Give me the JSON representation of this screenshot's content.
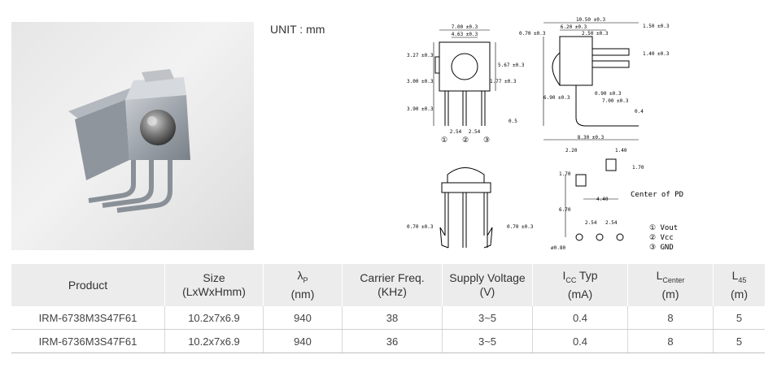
{
  "unit_label": "UNIT : mm",
  "drawing": {
    "dim_width": "7.00 ±0.3",
    "dim_lens_w": "4.63 ±0.3",
    "dim_top": "3.27 ±0.3",
    "dim_mid": "3.00 ±0.3",
    "dim_lead": "3.90 ±0.3",
    "dim_right_upper": "5.67 ±0.3",
    "dim_right_lower": "1.77 ±0.3",
    "pitch1": "2.54",
    "pitch2": "2.54",
    "lead_w": "0.5",
    "pin1": "①",
    "pin2": "②",
    "pin3": "③",
    "side_total": "10.50 ±0.3",
    "side_a": "6.20 ±0.3",
    "side_b": "2.50 ±0.3",
    "side_c": "0.70 ±0.3",
    "side_d": "1.50 ±0.3",
    "side_e": "1.40 ±0.3",
    "side_f": "6.90 ±0.3",
    "side_g": "0.90 ±0.3",
    "side_h": "7.00 ±0.3",
    "side_i": "8.30 ±0.3",
    "side_j": "0.4",
    "bottom_left": "0.70 ±0.3",
    "bottom_right": "0.70 ±0.3",
    "fp_220": "2.20",
    "fp_140": "1.40",
    "fp_170a": "1.70",
    "fp_170b": "1.70",
    "fp_440": "4.40",
    "fp_670": "6.70",
    "fp_254a": "2.54",
    "fp_254b": "2.54",
    "fp_hole": "ø0.80",
    "center_pd": "Center of PD",
    "legend_vout": "① Vout",
    "legend_vcc": "② Vcc",
    "legend_gnd": "③ GND"
  },
  "table": {
    "headers": {
      "product": "Product",
      "size_line1": "Size",
      "size_line2": "(LxWxHmm)",
      "lambda": "λ",
      "lambda_sub": "P",
      "lambda_unit": "(nm)",
      "carrier_line1": "Carrier Freq.",
      "carrier_line2": "(KHz)",
      "supply_line1": "Supply Voltage",
      "supply_line2": "(V)",
      "icc": "I",
      "icc_sub": "CC",
      "icc_typ": " Typ",
      "icc_unit": "(mA)",
      "lcenter": "L",
      "lcenter_sub": "Center",
      "lcenter_unit": "(m)",
      "l45": "L",
      "l45_sub": "45",
      "l45_unit": "(m)"
    },
    "rows": [
      {
        "product": "IRM-6738M3S47F61",
        "size": "10.2x7x6.9",
        "lambda": "940",
        "carrier": "38",
        "supply": "3~5",
        "icc": "0.4",
        "lcenter": "8",
        "l45": "5"
      },
      {
        "product": "IRM-6736M3S47F61",
        "size": "10.2x7x6.9",
        "lambda": "940",
        "carrier": "36",
        "supply": "3~5",
        "icc": "0.4",
        "lcenter": "8",
        "l45": "5"
      }
    ]
  }
}
